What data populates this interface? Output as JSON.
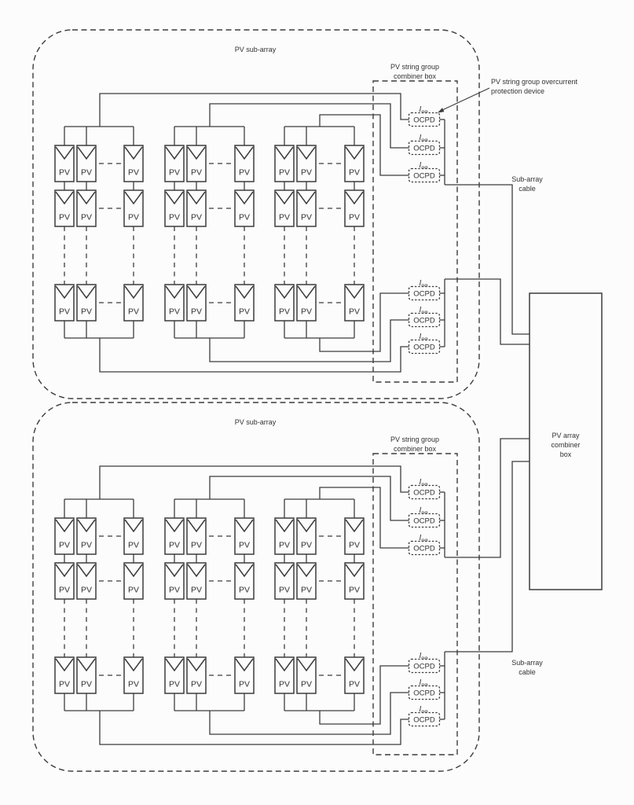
{
  "diagram": {
    "type": "PV array wiring schematic",
    "sub_array_label": "PV sub-array",
    "string_combiner_label_lines": [
      "PV string group",
      "combiner box"
    ],
    "ocpd_label": "OCPD",
    "current_label": {
      "base": "I",
      "subscript": "ng"
    },
    "pv_module_label": "PV",
    "annotation_lines": [
      "PV string group overcurrent",
      "protection device"
    ],
    "sub_array_cable_label_lines": [
      "Sub-array",
      "cable"
    ],
    "array_combiner_label_lines": [
      "PV array",
      "combiner",
      "box"
    ],
    "counts": {
      "sub_arrays": 2,
      "string_groups_per_sub_array": 3,
      "strings_shown_per_group": 3,
      "pv_modules_shown_per_string": 3,
      "pv_modules_shown_total": 54,
      "ocpds_per_sub_array": 6,
      "ocpds_total": 12
    },
    "colors": {
      "line": "#3c3c3c",
      "text": "#323232",
      "background": "#fcfcfc",
      "module_fill": "#fcfcfc"
    }
  }
}
